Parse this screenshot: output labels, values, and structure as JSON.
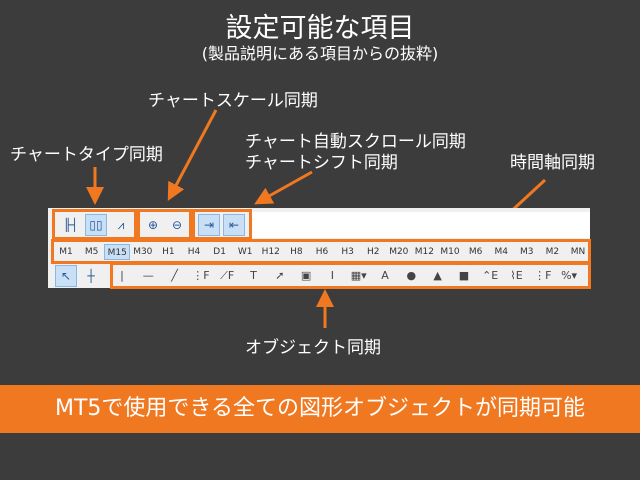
{
  "header": {
    "title": "設定可能な項目",
    "subtitle": "(製品説明にある項目からの抜粋)"
  },
  "labels": {
    "chart_scale": "チャートスケール同期",
    "chart_type": "チャートタイプ同期",
    "auto_scroll": "チャート自動スクロール同期",
    "chart_shift": "チャートシフト同期",
    "timeframe": "時間軸同期",
    "object": "オブジェクト同期"
  },
  "toolbar": {
    "chart_type_buttons": [
      {
        "name": "bar-chart",
        "glyph": "╟┤"
      },
      {
        "name": "candlestick-chart",
        "glyph": "▯▯"
      },
      {
        "name": "line-chart",
        "glyph": "⩘"
      }
    ],
    "zoom_buttons": [
      {
        "name": "zoom-in",
        "glyph": "⊕"
      },
      {
        "name": "zoom-out",
        "glyph": "⊖"
      }
    ],
    "scroll_buttons": [
      {
        "name": "auto-scroll",
        "glyph": "⇥"
      },
      {
        "name": "chart-shift",
        "glyph": "⇤"
      }
    ],
    "timeframes": [
      "M1",
      "M5",
      "M15",
      "M30",
      "H1",
      "H4",
      "D1",
      "W1",
      "H12",
      "H8",
      "H6",
      "H3",
      "H2",
      "M20",
      "M12",
      "M10",
      "M6",
      "M4",
      "M3",
      "M2",
      "MN"
    ],
    "selected_timeframe": "M15",
    "cursor_tools": [
      {
        "name": "cursor",
        "glyph": "↖"
      },
      {
        "name": "crosshair",
        "glyph": "┼"
      }
    ],
    "objects": [
      {
        "name": "vertical-line",
        "glyph": "|"
      },
      {
        "name": "horizontal-line",
        "glyph": "—"
      },
      {
        "name": "trend-line",
        "glyph": "╱"
      },
      {
        "name": "fibo-grid",
        "glyph": "⋮F"
      },
      {
        "name": "fibo-fan",
        "glyph": "⟋F"
      },
      {
        "name": "text-label",
        "glyph": "T"
      },
      {
        "name": "arrow",
        "glyph": "➚"
      },
      {
        "name": "rectangle-label",
        "glyph": "▣"
      },
      {
        "name": "text-cursor",
        "glyph": "I"
      },
      {
        "name": "sign-menu",
        "glyph": "▦▾"
      },
      {
        "name": "text",
        "glyph": "A"
      },
      {
        "name": "ellipse",
        "glyph": "●"
      },
      {
        "name": "triangle",
        "glyph": "▲"
      },
      {
        "name": "rectangle",
        "glyph": "■"
      },
      {
        "name": "elliott-1",
        "glyph": "⌃E"
      },
      {
        "name": "elliott-2",
        "glyph": "⌇E"
      },
      {
        "name": "fibo-levels",
        "glyph": "⋮F"
      },
      {
        "name": "more-menu",
        "glyph": "%▾"
      }
    ]
  },
  "banner": "MT5で使用できる全ての図形オブジェクトが同期可能",
  "colors": {
    "accent": "#f07820",
    "background": "#3c3c3c"
  }
}
